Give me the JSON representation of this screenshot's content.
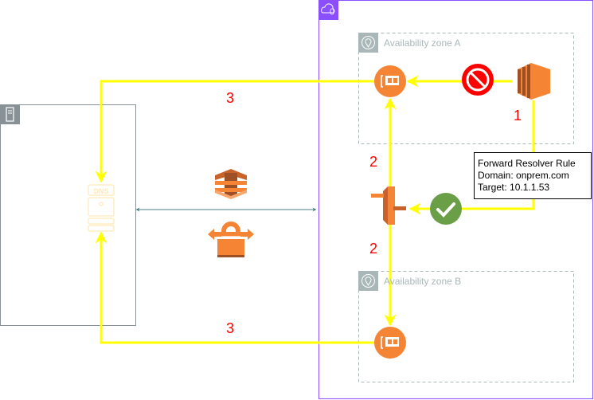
{
  "colors": {
    "flow": "#ffff00",
    "vpc": "#8c4fff",
    "az": "#aab7b8",
    "corp": "#879196",
    "service": "#f58534",
    "number": "#ff0000",
    "link": "#4a7f84",
    "allow": "#6a9f48",
    "deny": "#ff0000"
  },
  "zones": {
    "a": "Availability zone A",
    "b": "Availability zone B"
  },
  "dns_label": "DNS",
  "steps": {
    "one": "1",
    "two_top": "2",
    "two_bottom": "2",
    "three_top": "3",
    "three_bottom": "3"
  },
  "rule": {
    "title": "Forward Resolver Rule",
    "domain": "Domain: onprem.com",
    "target": "Target: 10.1.1.53"
  },
  "icons": [
    "vpc-cloud-icon",
    "corporate-datacenter-icon",
    "availability-zone-pin-icon",
    "elastic-network-interface-icon",
    "ec2-instance-icon",
    "deny-icon",
    "allow-check-icon",
    "route53-resolver-endpoint-icon",
    "dns-server-icon",
    "direct-connect-icon",
    "vpn-gateway-icon"
  ]
}
